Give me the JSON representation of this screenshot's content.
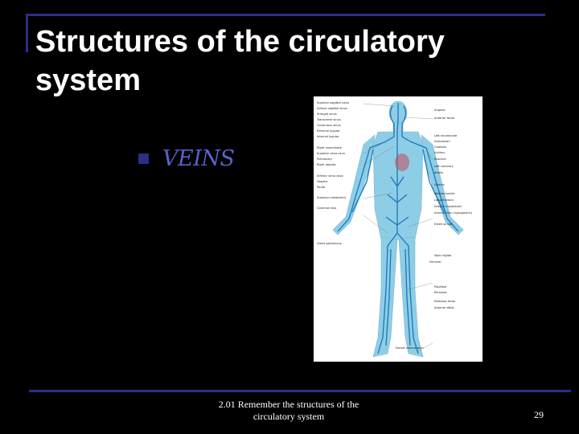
{
  "slide": {
    "title": "Structures of the circulatory system",
    "bullet": "VEINS",
    "footer": "2.01 Remember the structures of the circulatory system",
    "page_number": "29"
  },
  "figure": {
    "labels_left": [
      "Superior sagittal sinus",
      "Inferior sagittal sinus",
      "Straight sinus",
      "Transverse sinus",
      "Cavernous sinus",
      "External jugular",
      "Internal jugular",
      "Right innominate",
      "Superior vena cava",
      "Pulmonary",
      "Right hepatic",
      "Inferior vena cava",
      "Hepatic",
      "Portal",
      "Superior mesenteric",
      "Common iliac",
      "Great saphenous"
    ],
    "labels_right": [
      "Angular",
      "Anterior facial",
      "Left innominate",
      "Subclavian",
      "Cephalic",
      "Axillary",
      "Brachial",
      "Left coronary",
      "Basilic",
      "Splenic",
      "Median basilic",
      "Long thoracic",
      "Inferior mesenteric",
      "Internal iliac (hypogastric)",
      "External iliac",
      "Volar digital",
      "Femoral",
      "Popliteal",
      "Peroneal",
      "Posterior tibial",
      "Anterior tibial",
      "Dorsal venous arch"
    ]
  }
}
